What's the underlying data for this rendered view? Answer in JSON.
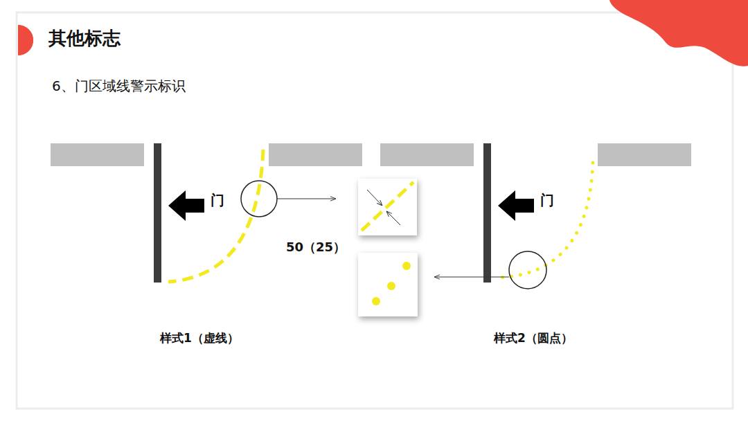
{
  "diagram": {
    "title": "其他标志",
    "labels": [
      "6、门区域线警示标识",
      "门",
      "门",
      "50（25）",
      "样式1（虚线）",
      "样式2（圆点）"
    ]
  }
}
